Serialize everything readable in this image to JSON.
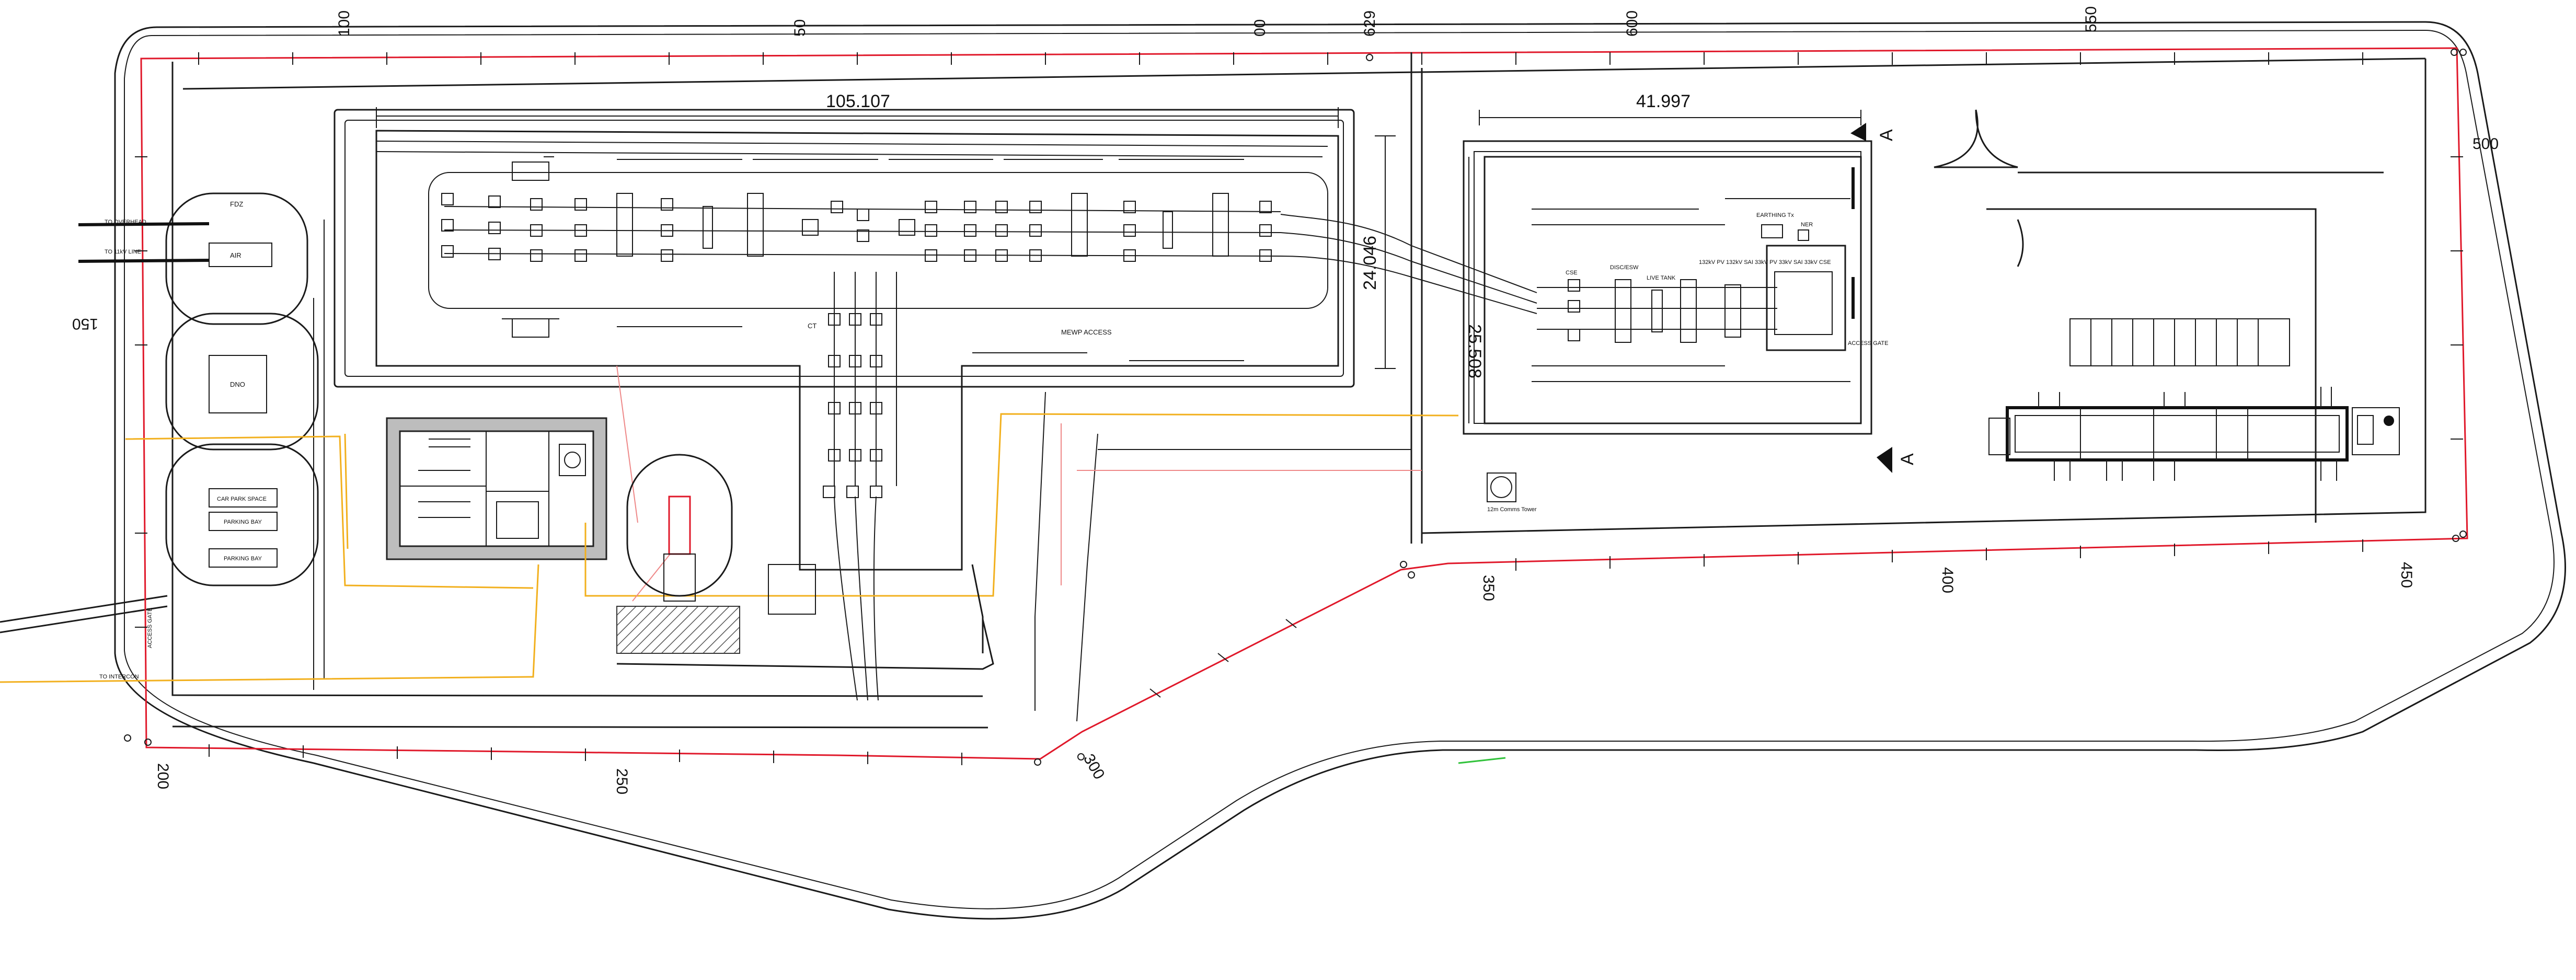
{
  "dimensions": {
    "left_compound_width": "105.107",
    "left_compound_depth": "24.046",
    "right_compound_width": "41.997",
    "right_compound_depth": "25.508"
  },
  "chainage": {
    "top": [
      "100",
      "50",
      "00",
      "629",
      "600",
      "550"
    ],
    "right": "500",
    "bottom_right": [
      "350",
      "400",
      "450"
    ],
    "bottom_left": [
      "200",
      "250",
      "300"
    ],
    "left": "150"
  },
  "section_marker": "A",
  "labels": {
    "fdz": "FDZ",
    "to_overhead": "TO OVERHEAD",
    "to_13kv_line": "TO 11kV LINE",
    "to_interconnect": "TO INTERCON",
    "air": "AIR",
    "dno": "DNO",
    "car_park_space": "CAR PARK SPACE",
    "parking_bay_1": "PARKING BAY",
    "parking_bay_2": "PARKING BAY",
    "access_gate_left": "ACCESS GATE",
    "mewp_access": "MEWP ACCESS",
    "ct": "CT",
    "access_gate_right": "ACCESS GATE",
    "control_tower": "12m Comms Tower",
    "earthing_tx": "EARTHING Tx",
    "ner": "NER",
    "live_tank": "LIVE TANK",
    "disc_esw": "DISC/ESW",
    "cse": "CSE",
    "transformer_rating": "132kV PV 132kV SAI 33kV PV 33kV SAI 33kV CSE"
  },
  "colors": {
    "boundary_red": "#e0182a",
    "lv_cable_yellow": "#f2b01e",
    "green_segment": "#31c23b",
    "linework": "#1a1a1a"
  }
}
